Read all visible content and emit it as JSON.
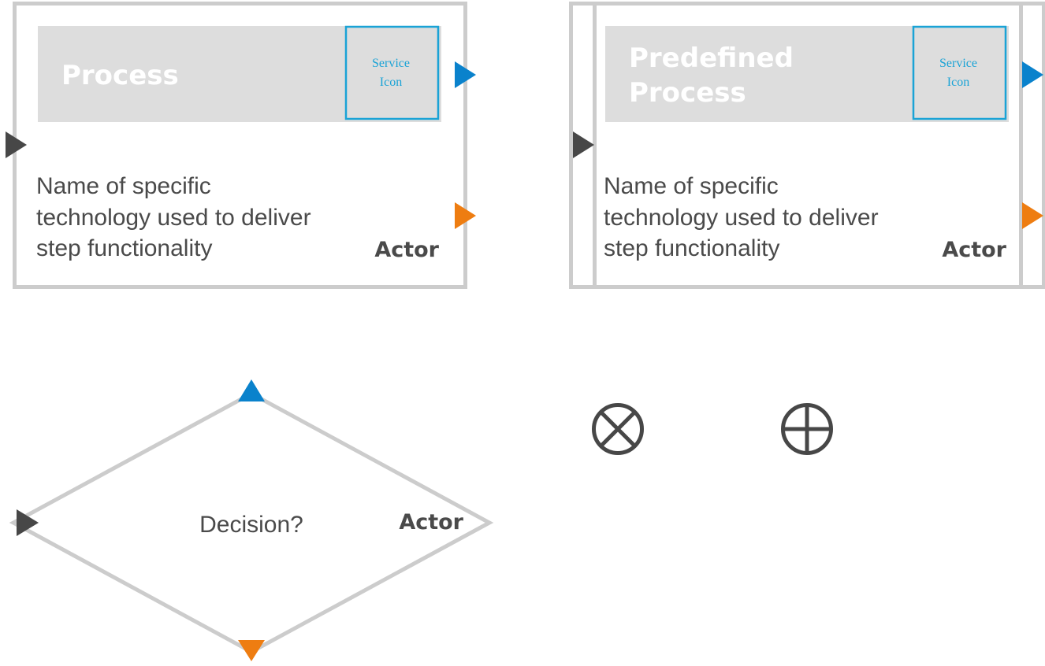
{
  "colors": {
    "frame_border": "#cccccc",
    "header_fill": "#dddddd",
    "header_text": "#ffffff",
    "service_icon": "#1aa3d6",
    "body_text": "#4a4a4a",
    "input_arrow": "#474747",
    "blue_arrow": "#0a82cc",
    "orange_arrow": "#ee7d11",
    "symbol_stroke": "#474747"
  },
  "process": {
    "title": "Process",
    "service_icon": {
      "line1": "Service",
      "line2": "Icon"
    },
    "description": [
      "Name of specific",
      "technology used to deliver",
      "step functionality"
    ],
    "actor": "Actor"
  },
  "predefined_process": {
    "title": [
      "Predefined",
      "Process"
    ],
    "service_icon": {
      "line1": "Service",
      "line2": "Icon"
    },
    "description": [
      "Name of specific",
      "technology used to deliver",
      "step functionality"
    ],
    "actor": "Actor"
  },
  "decision": {
    "label": "Decision?",
    "actor": "Actor"
  },
  "symbols": [
    {
      "name": "exclusive-gateway-icon"
    },
    {
      "name": "parallel-gateway-icon"
    }
  ]
}
